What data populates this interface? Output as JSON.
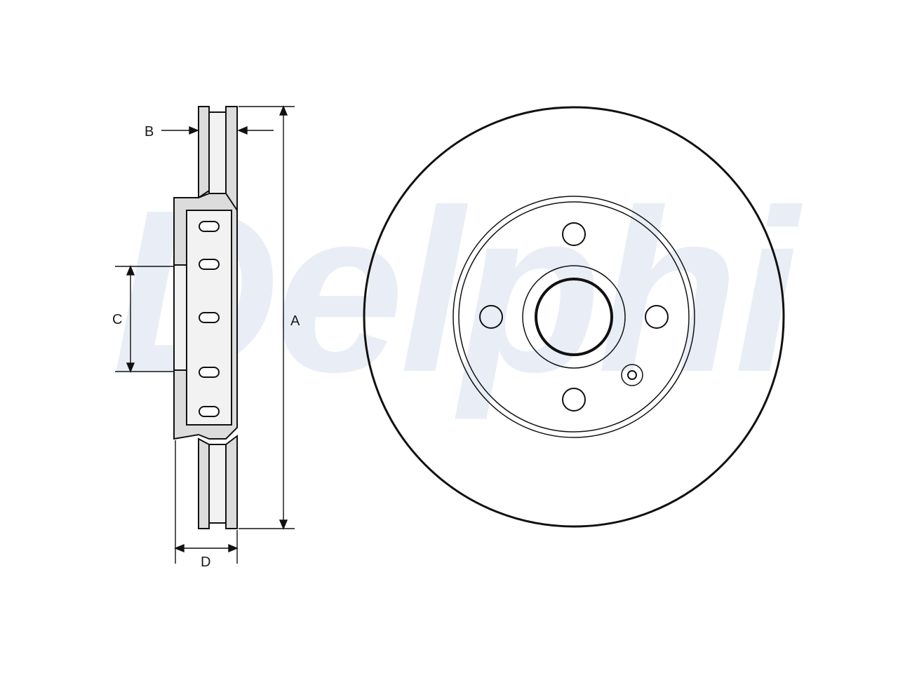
{
  "watermark": {
    "text": "Delphi"
  },
  "dimensions": {
    "a": "A",
    "b": "B",
    "c": "C",
    "d": "D"
  },
  "colors": {
    "line": "#111111",
    "fill_grey": "#dcdcdc",
    "fill_light": "#f2f2f2",
    "watermark": "#e9eef6"
  }
}
